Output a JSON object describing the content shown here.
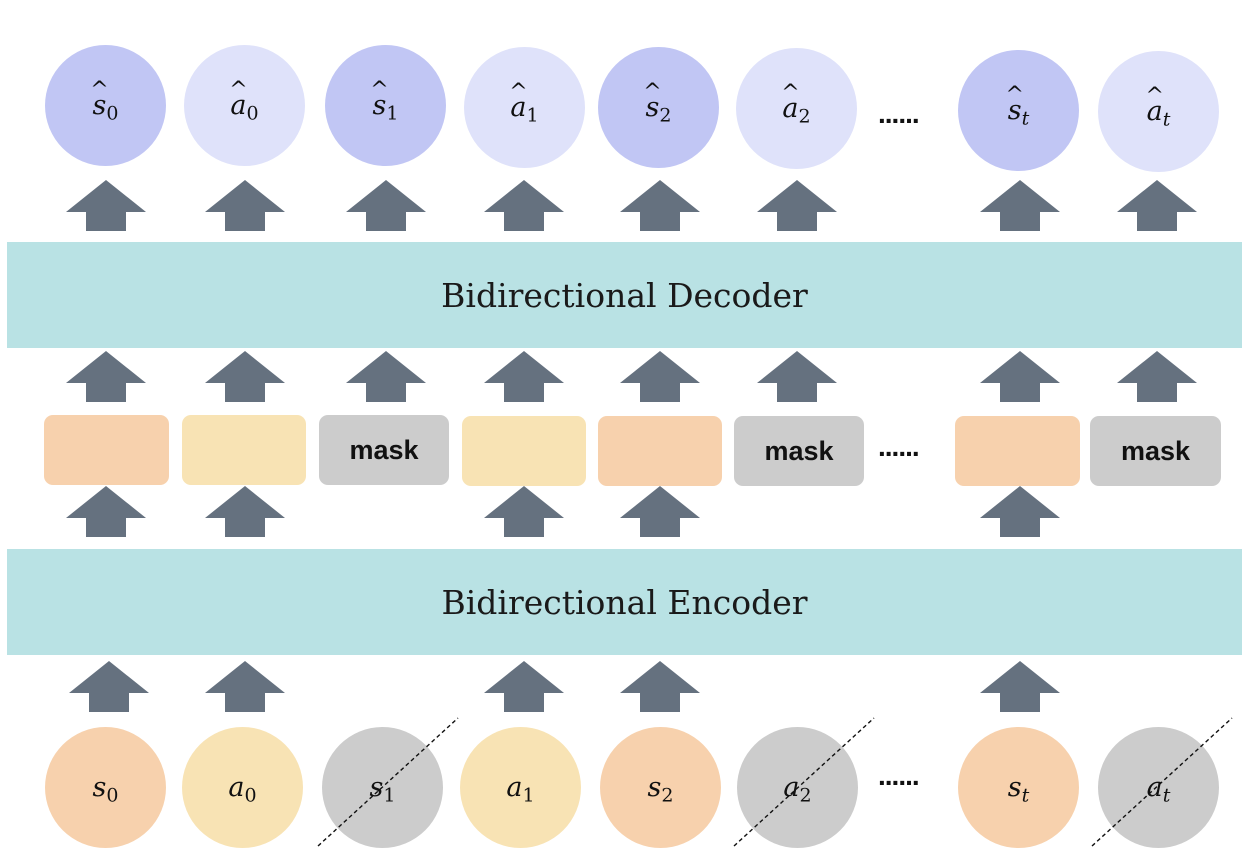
{
  "outputs": [
    {
      "label": "s",
      "sub": "0"
    },
    {
      "label": "a",
      "sub": "0"
    },
    {
      "label": "s",
      "sub": "1"
    },
    {
      "label": "a",
      "sub": "1"
    },
    {
      "label": "s",
      "sub": "2"
    },
    {
      "label": "a",
      "sub": "2"
    },
    {
      "label": "s",
      "sub": "t"
    },
    {
      "label": "a",
      "sub": "t"
    }
  ],
  "decoder_label": "Bidirectional Decoder",
  "encoder_label": "Bidirectional Encoder",
  "tokens": [
    {
      "text": ""
    },
    {
      "text": ""
    },
    {
      "text": "mask"
    },
    {
      "text": ""
    },
    {
      "text": ""
    },
    {
      "text": "mask"
    },
    {
      "text": ""
    },
    {
      "text": "mask"
    }
  ],
  "inputs": [
    {
      "label": "s",
      "sub": "0"
    },
    {
      "label": "a",
      "sub": "0"
    },
    {
      "label": "s",
      "sub": "1"
    },
    {
      "label": "a",
      "sub": "1"
    },
    {
      "label": "s",
      "sub": "2"
    },
    {
      "label": "a",
      "sub": "2"
    },
    {
      "label": "s",
      "sub": "t"
    },
    {
      "label": "a",
      "sub": "t"
    }
  ],
  "ellipsis": "......",
  "colors": {
    "state_pred": "#c1c6f4",
    "action_pred": "#dfe2fa",
    "state": "#f7d1ad",
    "action": "#f8e3b4",
    "masked": "#cccccc",
    "band": "#b9e2e4",
    "arrow": "#65717f"
  }
}
